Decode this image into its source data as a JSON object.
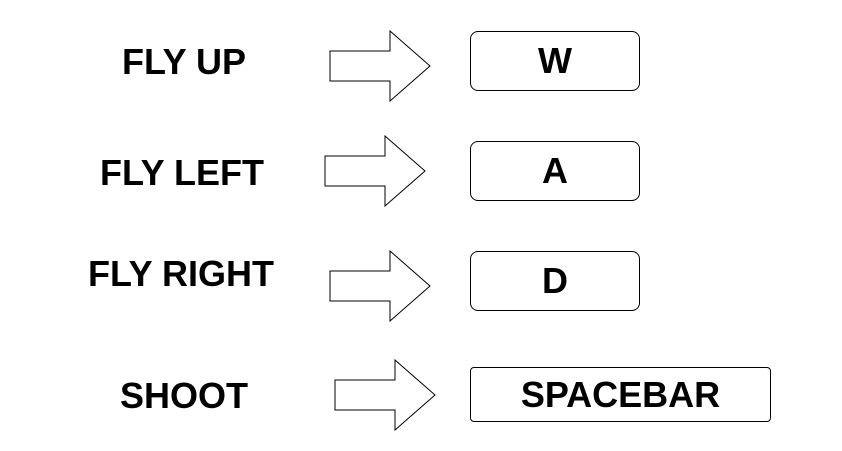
{
  "controls": [
    {
      "action": "FLY UP",
      "key": "W"
    },
    {
      "action": "FLY LEFT",
      "key": "A"
    },
    {
      "action": "FLY RIGHT",
      "key": "D"
    },
    {
      "action": "SHOOT",
      "key": "SPACEBAR"
    }
  ],
  "colors": {
    "text": "#000000",
    "stroke": "#000000",
    "background": "#ffffff"
  },
  "icons": [
    "right-arrow-icon"
  ]
}
